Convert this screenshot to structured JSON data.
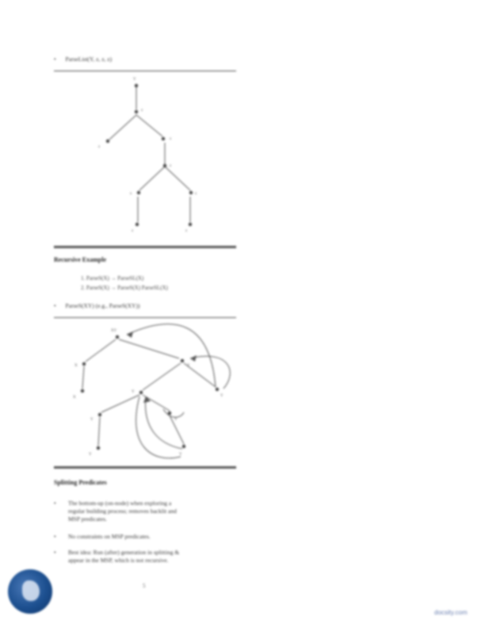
{
  "section1": {
    "bullet": "•",
    "title_line": "ParseList(Y, z, z, z)"
  },
  "section2": {
    "heading": "Recursive Example",
    "rule1": "1. ParseS(X) → ParseSL(X)",
    "rule2": "2. ParseS(X) → ParseS(X) ParseSL(X)",
    "bullet": "•",
    "query": "ParseS(XY) (e.g., ParseS(XY))"
  },
  "section3": {
    "heading": "Splitting Predicates",
    "bullets": [
      {
        "marker": "•",
        "lines": [
          "The bottom-up (on-node) when exploring a",
          "regular building process; removes backlit and",
          "MSP predicates."
        ]
      },
      {
        "marker": "•",
        "lines": [
          "No constraints on MSP predicates."
        ]
      },
      {
        "marker": "•",
        "lines": [
          "Best idea: Run (after) generation in splitting &",
          "appear in the MSP, which is not recursive."
        ]
      }
    ]
  },
  "tree1_labels": [
    "Y",
    "z",
    "z",
    "z",
    "z",
    "z",
    "z",
    "z",
    "z"
  ],
  "tree2_labels": [
    "XY",
    "X",
    "X",
    "Y",
    "Y",
    "Y",
    "Y",
    "Y",
    "Y",
    "Y"
  ],
  "footer": {
    "page_number": "5",
    "watermark": "docsity.com"
  }
}
